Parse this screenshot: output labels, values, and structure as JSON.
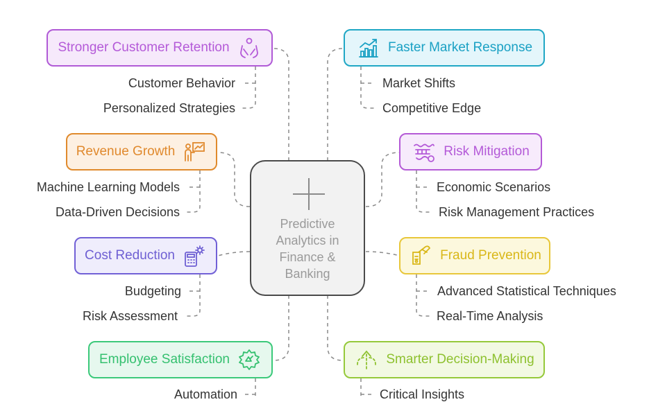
{
  "center": {
    "title": "Predictive\nAnalytics in\nFinance &\nBanking"
  },
  "nodes": {
    "retention": {
      "label": "Stronger Customer Retention",
      "color": "#b45ad8",
      "icon": "caring-hands-icon",
      "subs": [
        "Customer Behavior",
        "Personalized Strategies"
      ]
    },
    "market": {
      "label": "Faster Market Response",
      "color": "#1aa1c4",
      "icon": "rising-bar-chart-icon",
      "subs": [
        "Market Shifts",
        "Competitive Edge"
      ]
    },
    "revenue": {
      "label": "Revenue Growth",
      "color": "#e0892d",
      "icon": "presenter-chart-icon",
      "subs": [
        "Machine Learning Models",
        "Data-Driven Decisions"
      ]
    },
    "risk": {
      "label": "Risk Mitigation",
      "color": "#b45ad8",
      "icon": "risk-waves-icon",
      "subs": [
        "Economic Scenarios",
        "Risk Management Practices"
      ]
    },
    "cost": {
      "label": "Cost Reduction",
      "color": "#6e5fd3",
      "icon": "calculator-gear-icon",
      "subs": [
        "Budgeting",
        "Risk Assessment"
      ]
    },
    "fraud": {
      "label": "Fraud Prevention",
      "color": "#d9b718",
      "icon": "shield-hand-icon",
      "subs": [
        "Advanced Statistical Techniques",
        "Real-Time Analysis"
      ]
    },
    "employee": {
      "label": "Employee Satisfaction",
      "color": "#34c06f",
      "icon": "gear-badge-icon",
      "subs": [
        "Automation"
      ]
    },
    "decision": {
      "label": "Smarter Decision-Making",
      "color": "#8ec12f",
      "icon": "path-arrow-icon",
      "subs": [
        "Critical Insights"
      ]
    }
  }
}
